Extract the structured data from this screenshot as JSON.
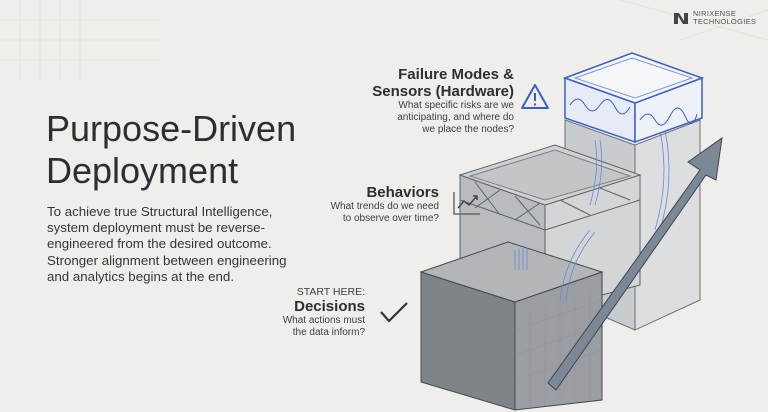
{
  "logo": {
    "name": "NIRIXENSE",
    "sub": "TECHNOLOGIES"
  },
  "title_line1": "Purpose-Driven",
  "title_line2": "Deployment",
  "intro": "To achieve true Structural Intelligence, system deployment must be reverse-engineered from the desired outcome. Stronger alignment between engineering and analytics begins at the end.",
  "layers": {
    "failure": {
      "title_line1": "Failure Modes &",
      "title_line2": "Sensors (Hardware)",
      "desc_line1": "What specific risks are we",
      "desc_line2": "anticipating, and where do",
      "desc_line3": "we place the nodes?",
      "icon": "warning-icon"
    },
    "behaviors": {
      "title": "Behaviors",
      "desc_line1": "What trends do we need",
      "desc_line2": "to observe over time?",
      "icon": "trend-chart-icon"
    },
    "decisions": {
      "kicker": "START HERE:",
      "title": "Decisions",
      "desc_line1": "What actions must",
      "desc_line2": "the data inform?",
      "icon": "checkmark-icon"
    }
  },
  "colors": {
    "background": "#efeeea",
    "accent_blue": "#3a5fc8",
    "concrete": "#8a8f94"
  }
}
